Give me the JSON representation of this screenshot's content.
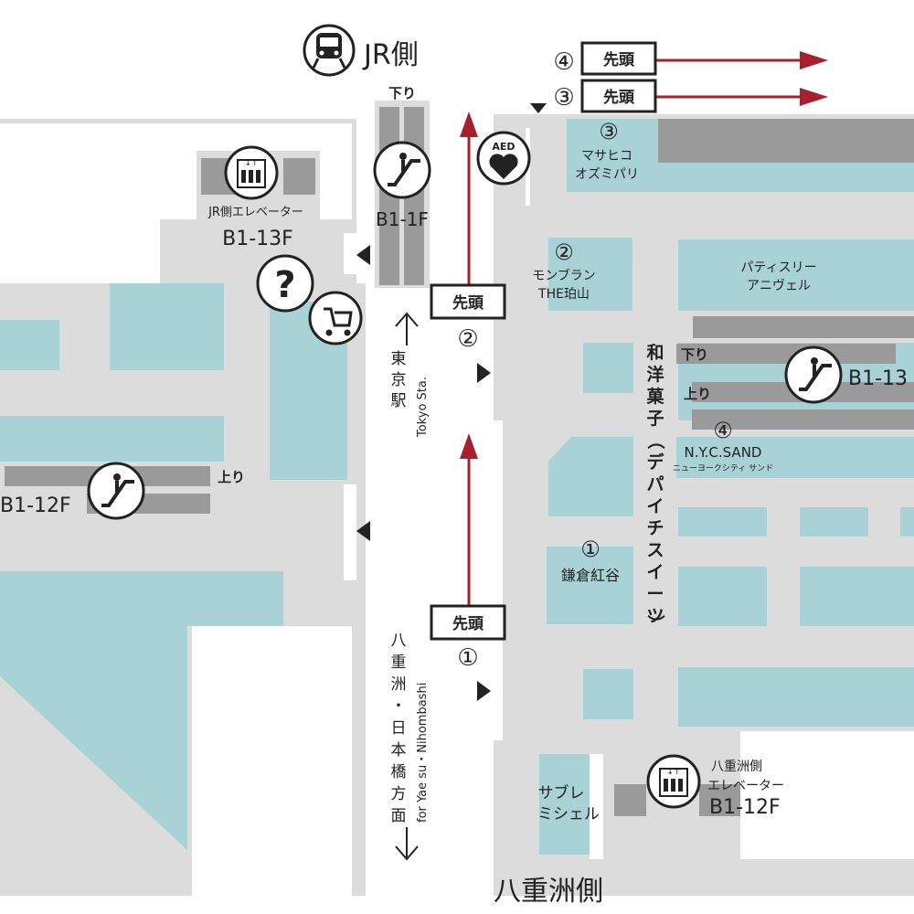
{
  "header": {
    "jr_side": "JR側",
    "yaesu_side": "八重洲側"
  },
  "leaders": {
    "box_label": "先頭",
    "numbers": [
      "①",
      "②",
      "③",
      "④"
    ]
  },
  "icons": {
    "aed_text": "AED",
    "question_mark": "?"
  },
  "elevators": {
    "jr_side_label": "JR側エレベーター",
    "jr_side_floors": "B1-13F",
    "yaesu_side_label_line1": "八重洲側",
    "yaesu_side_label_line2": "エレベーター",
    "yaesu_side_floors": "B1-12F"
  },
  "escalators": {
    "center_floors": "B1-1F",
    "center_down": "下り",
    "left_floors": "B1-12F",
    "left_up": "上り",
    "right_floors": "B1-13",
    "right_down": "下り",
    "right_up": "上り"
  },
  "directions": {
    "tokyo_station_jp": [
      "東",
      "京",
      "駅"
    ],
    "tokyo_station_en": "Tokyo Sta.",
    "yaesu_nihombashi_jp": [
      "八",
      "重",
      "洲",
      "・",
      "日",
      "本",
      "橋",
      "方",
      "面"
    ],
    "yaesu_nihombashi_en": "for Yae su・Nihombashi"
  },
  "category": {
    "vertical_chars": [
      "和",
      "洋",
      "菓",
      "子",
      "（",
      "デ",
      "パ",
      "イ",
      "チ",
      "ス",
      "イ",
      "ー",
      "ツ",
      "）"
    ]
  },
  "shops": [
    {
      "number": "③",
      "line1": "マサヒコ",
      "line2": "オズミパリ"
    },
    {
      "number": "②",
      "line1": "モンブラン",
      "line2": "THE珀山"
    },
    {
      "number": "",
      "line1": "パティスリー",
      "line2": "アニヴェル"
    },
    {
      "number": "④",
      "line1": "N.Y.C.SAND",
      "line2": "ニューヨークシティ サンド"
    },
    {
      "number": "①",
      "line1": "鎌倉紅谷",
      "line2": ""
    },
    {
      "number": "",
      "line1": "サブレ",
      "line2": "ミシェル"
    }
  ]
}
